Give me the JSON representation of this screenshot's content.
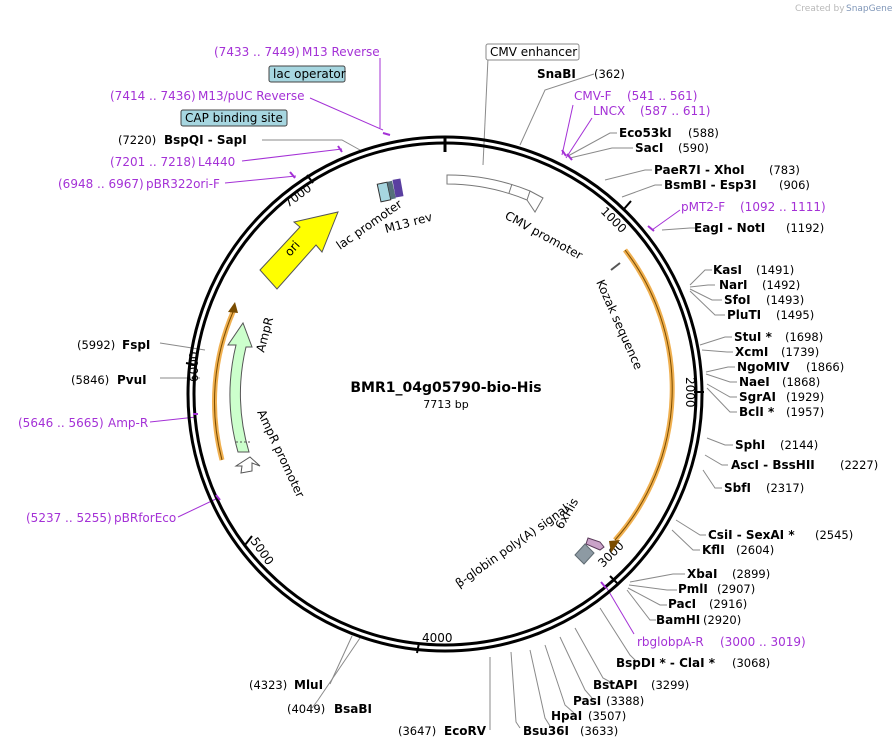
{
  "credit": {
    "prefix": "Created by",
    "brand": "SnapGene"
  },
  "plasmid": {
    "name": "BMR1_04g05790-bio-His",
    "length": "7713 bp"
  },
  "ticks": [
    "1000",
    "2000",
    "3000",
    "4000",
    "5000",
    "6000",
    "7000"
  ],
  "sites": [
    {
      "name": "SnaBI",
      "pos": "(362)"
    },
    {
      "name": "Eco53kI",
      "pos": "(588)"
    },
    {
      "name": "SacI",
      "pos": "(590)"
    },
    {
      "name": "PaeR7I  -  XhoI",
      "pos": "(783)"
    },
    {
      "name": "BsmBI  -  Esp3I",
      "pos": "(906)"
    },
    {
      "name": "EagI  -  NotI",
      "pos": "(1192)"
    },
    {
      "name": "KasI",
      "pos": "(1491)"
    },
    {
      "name": "NarI",
      "pos": "(1492)"
    },
    {
      "name": "SfoI",
      "pos": "(1493)"
    },
    {
      "name": "PluTI",
      "pos": "(1495)"
    },
    {
      "name": "StuI *",
      "pos": "(1698)"
    },
    {
      "name": "XcmI",
      "pos": "(1739)"
    },
    {
      "name": "NgoMIV",
      "pos": "(1866)"
    },
    {
      "name": "NaeI",
      "pos": "(1868)"
    },
    {
      "name": "SgrAI",
      "pos": "(1929)"
    },
    {
      "name": "BclI *",
      "pos": "(1957)"
    },
    {
      "name": "SphI",
      "pos": "(2144)"
    },
    {
      "name": "AscI  -  BssHII",
      "pos": "(2227)"
    },
    {
      "name": "SbfI",
      "pos": "(2317)"
    },
    {
      "name": "CsiI  -  SexAI *",
      "pos": "(2545)"
    },
    {
      "name": "KflI",
      "pos": "(2604)"
    },
    {
      "name": "XbaI",
      "pos": "(2899)"
    },
    {
      "name": "PmlI",
      "pos": "(2907)"
    },
    {
      "name": "PacI",
      "pos": "(2916)"
    },
    {
      "name": "BamHI",
      "pos": "(2920)"
    },
    {
      "name": "BspDI *  -  ClaI *",
      "pos": "(3068)"
    },
    {
      "name": "BstAPI",
      "pos": "(3299)"
    },
    {
      "name": "PasI",
      "pos": "(3388)"
    },
    {
      "name": "HpaI",
      "pos": "(3507)"
    },
    {
      "name": "Bsu36I",
      "pos": "(3633)"
    },
    {
      "name": "EcoRV",
      "pos": "(3647)"
    },
    {
      "name": "BsaBI",
      "pos": "(4049)"
    },
    {
      "name": "MluI",
      "pos": "(4323)"
    },
    {
      "name": "PvuI",
      "pos": "(5846)"
    },
    {
      "name": "FspI",
      "pos": "(5992)"
    },
    {
      "name": "BspQI  -  SapI",
      "pos": "(7220)"
    }
  ],
  "primers": [
    {
      "name": "CMV-F",
      "range": "(541 .. 561)"
    },
    {
      "name": "LNCX",
      "range": "(587 .. 611)"
    },
    {
      "name": "pMT2-F",
      "range": "(1092 .. 1111)"
    },
    {
      "name": "rbglobpA-R",
      "range": "(3000 .. 3019)"
    },
    {
      "name": "pBRforEco",
      "range": "(5237 .. 5255)"
    },
    {
      "name": "Amp-R",
      "range": "(5646 .. 5665)"
    },
    {
      "name": "pBR322ori-F",
      "range": "(6948 .. 6967)"
    },
    {
      "name": "L4440",
      "range": "(7201 .. 7218)"
    },
    {
      "name": "M13/pUC Reverse",
      "range": "(7414 .. 7436)"
    },
    {
      "name": "M13 Reverse",
      "range": "(7433 .. 7449)"
    }
  ],
  "boxed_features": [
    {
      "label": "CMV enhancer",
      "bg": "#ffffff"
    },
    {
      "label": "lac operator",
      "bg": "#a6d6e0"
    },
    {
      "label": "CAP binding site",
      "bg": "#a6d6e0"
    }
  ],
  "features": [
    {
      "label": "CMV promoter"
    },
    {
      "label": "Kozak sequence"
    },
    {
      "label": "6xHis"
    },
    {
      "label": "β-globin poly(A) signal"
    },
    {
      "label": "AmpR promoter"
    },
    {
      "label": "AmpR"
    },
    {
      "label": "ori"
    },
    {
      "label": "lac promoter"
    },
    {
      "label": "M13 rev"
    }
  ],
  "colors": {
    "primer": "#a431d6",
    "ori": "#ffff00",
    "ampr": "#ccffcc",
    "orf": "#f0b050",
    "lac_operator": "#a6d6e0"
  }
}
